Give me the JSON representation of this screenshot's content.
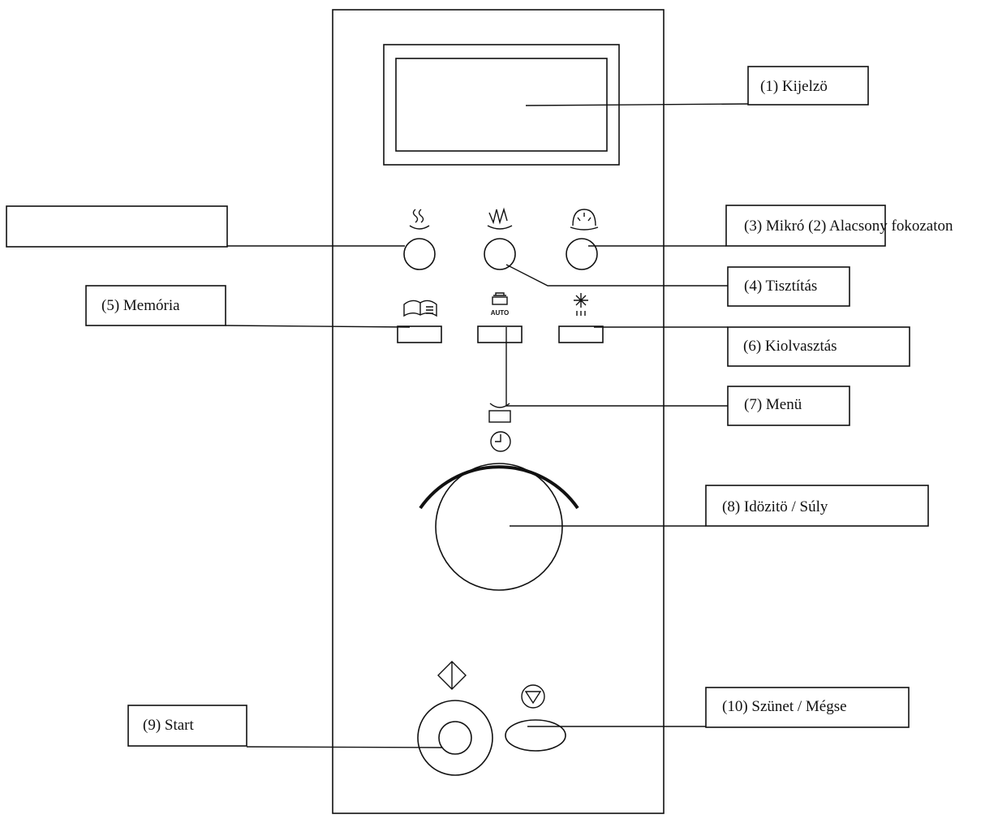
{
  "colors": {
    "ink": "#111111",
    "background": "#ffffff"
  },
  "icons": [
    "steam-icon",
    "grill-icon",
    "microwave-icon",
    "book-icon",
    "auto-cook-icon",
    "defrost-icon",
    "scale-icon",
    "clock-icon",
    "start-icon",
    "stop-icon"
  ],
  "auto_icon_text": "AUTO",
  "labels": {
    "display": "(1) Kijelzö",
    "micro_low": "(3) Mikró (2) Alacsony fokozaton",
    "cleaning": "(4) Tisztítás",
    "memory": "(5) Memória",
    "defrost": "(6) Kiolvasztás",
    "menu": "(7) Menü",
    "timer_weight": "(8) Idözitö / Súly",
    "start": "(9) Start",
    "pause_cancel": "(10) Szünet / Mégse"
  }
}
